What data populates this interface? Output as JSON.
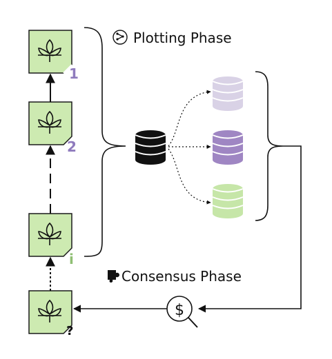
{
  "plotting_phase": {
    "label": "Plotting Phase",
    "icon": "plot-cycle-icon"
  },
  "consensus_phase": {
    "label": "Consensus Phase",
    "icon": "consensus-puzzle-icon"
  },
  "blocks": [
    {
      "label": "1",
      "label_color": "#8f7bbd"
    },
    {
      "label": "2",
      "label_color": "#8f7bbd"
    },
    {
      "label": "i",
      "label_color": "#8fbf73"
    },
    {
      "label": "?",
      "label_color": "#111111"
    }
  ],
  "block_icon": "sprout-icon",
  "colors": {
    "block_fill": "#cdeab1",
    "block_border": "#1a1a1a",
    "source_db": "#111111",
    "db_light_purple": "#d9d2e6",
    "db_purple": "#9f86c3",
    "db_light_green": "#c6e6a8"
  },
  "databases": [
    {
      "icon": "database-icon",
      "tone": "light-purple"
    },
    {
      "icon": "database-icon",
      "tone": "purple"
    },
    {
      "icon": "database-icon",
      "tone": "light-green"
    }
  ],
  "audit_icon": "dollar-search-icon"
}
